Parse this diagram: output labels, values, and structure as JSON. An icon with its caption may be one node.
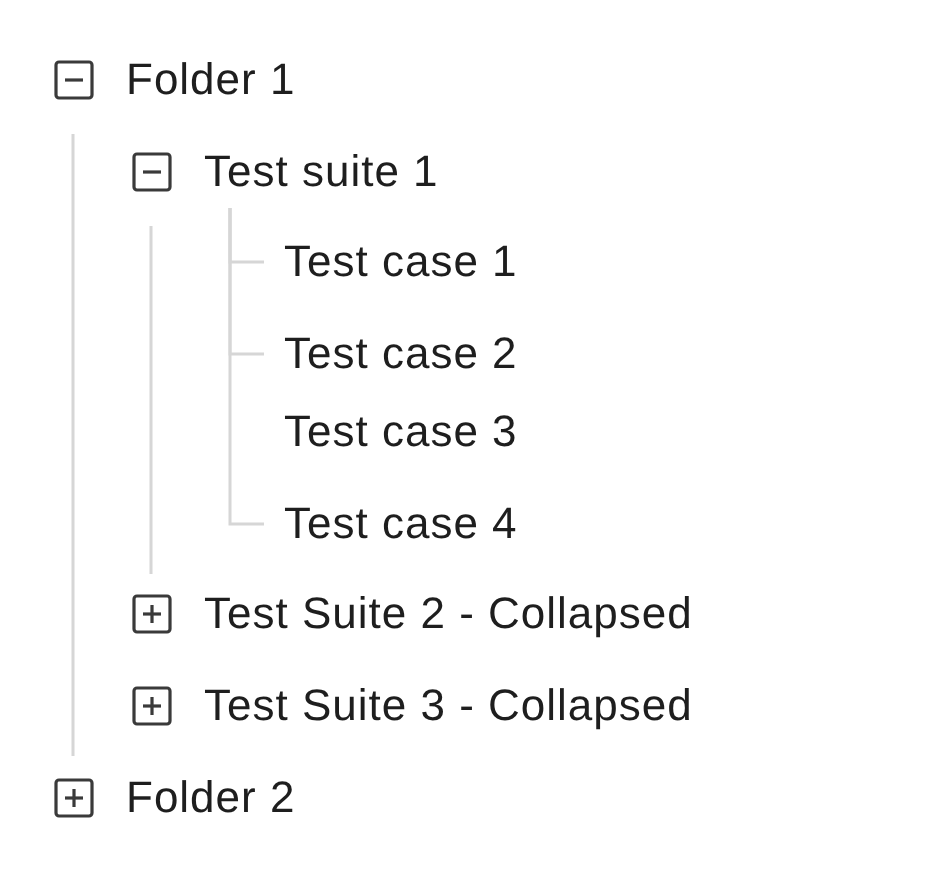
{
  "diagram": {
    "nodes": [
      {
        "text": [
          "Folder 1"
        ]
      },
      {
        "text": [
          "Test suite 1"
        ]
      },
      {
        "text": [
          "Test case 1"
        ]
      },
      {
        "text": [
          "Test case 2"
        ]
      },
      {
        "text": [
          "Test case 3"
        ]
      },
      {
        "text": [
          "Test case 4"
        ]
      },
      {
        "text": [
          "Test Suite 2 - Collapsed"
        ]
      },
      {
        "text": [
          "Test Suite 3 - Collapsed"
        ]
      },
      {
        "text": [
          "Folder 2"
        ]
      }
    ],
    "edges": [
      {
        "from": 1,
        "to": 2,
        "arrow": "none"
      },
      {
        "from": 1,
        "to": 3,
        "arrow": "none"
      },
      {
        "from": 1,
        "to": 5,
        "arrow": "none"
      }
    ]
  }
}
